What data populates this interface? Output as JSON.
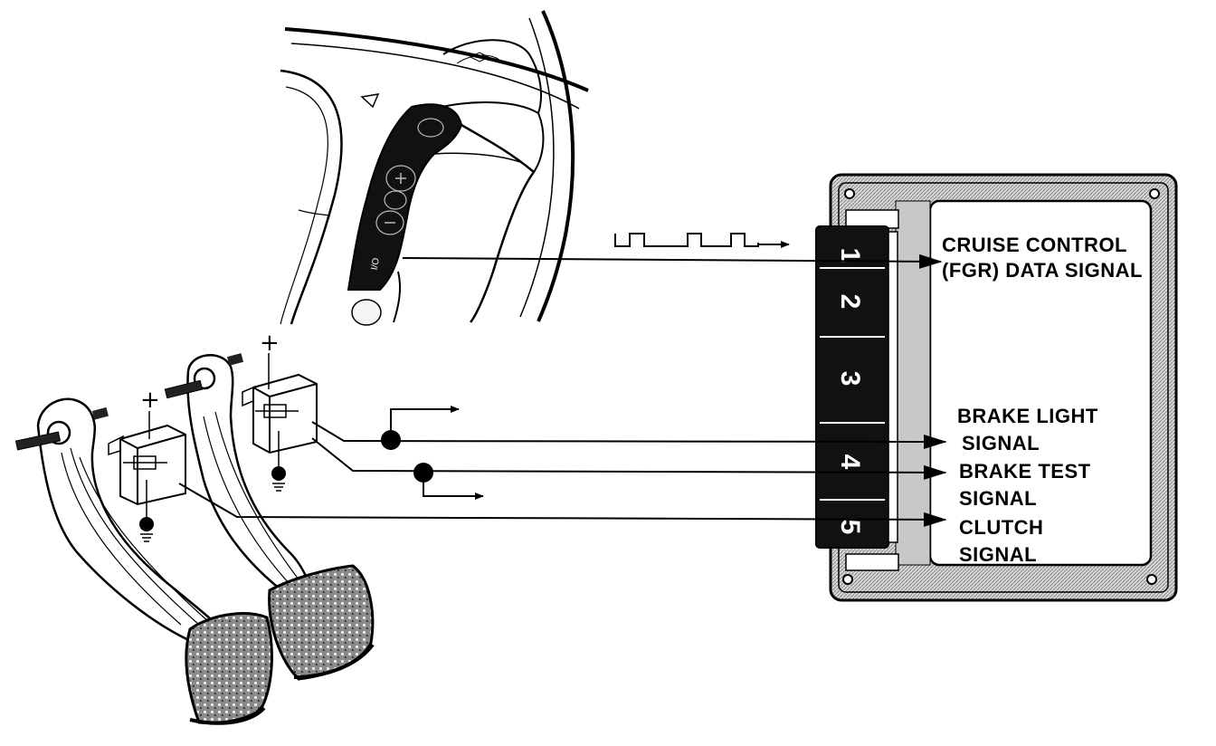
{
  "connector_pins": [
    "1",
    "2",
    "3",
    "4",
    "5"
  ],
  "switch_label": "I/O",
  "signals": {
    "cruise_control": [
      "CRUISE CONTROL",
      "(FGR) DATA SIGNAL"
    ],
    "brake_light": [
      "BRAKE LIGHT",
      "SIGNAL"
    ],
    "brake_test": [
      "BRAKE TEST",
      "SIGNAL"
    ],
    "clutch": [
      "CLUTCH",
      "SIGNAL"
    ]
  },
  "supply_symbol": "+"
}
